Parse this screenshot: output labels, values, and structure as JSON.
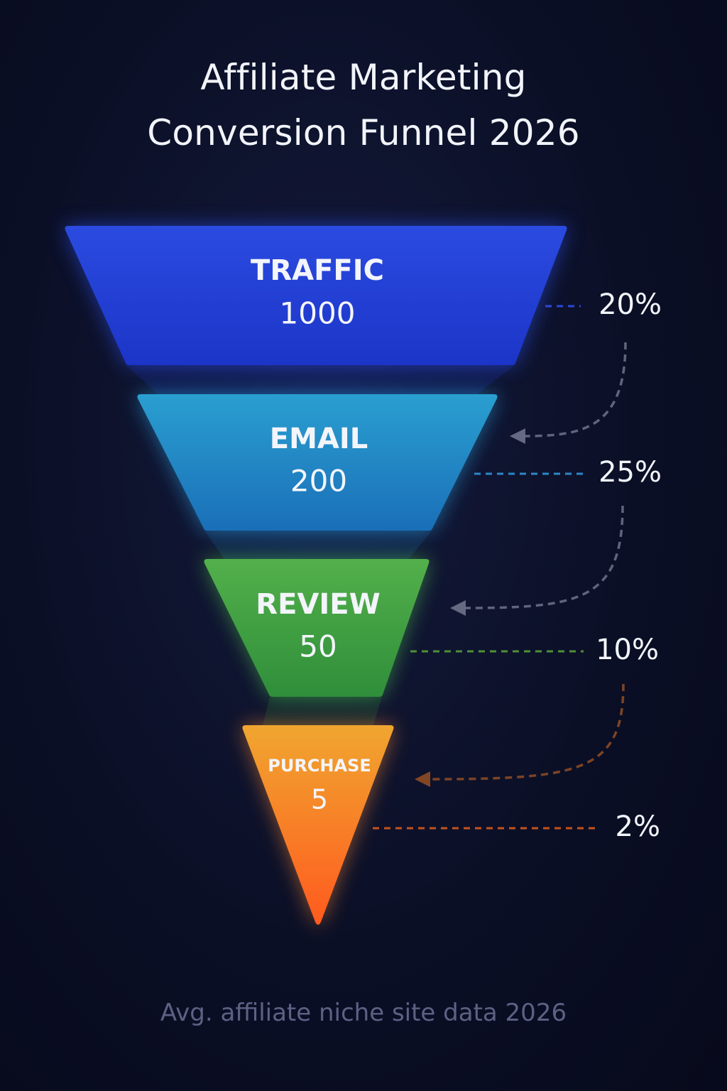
{
  "title": {
    "line1": "Affiliate Marketing",
    "line2": "Conversion Funnel 2026"
  },
  "footnote": "Avg. affiliate niche site data 2026",
  "chart_data": {
    "type": "funnel",
    "stages": [
      {
        "name": "TRAFFIC",
        "value": 1000,
        "label": "1000",
        "color_top": "#2b4be0",
        "color_bottom": "#1c35c8",
        "glow": "#2f55ff"
      },
      {
        "name": "EMAIL",
        "value": 200,
        "label": "200",
        "color_top": "#2a9fd0",
        "color_bottom": "#1a6fb8",
        "glow": "#2aa8e8"
      },
      {
        "name": "REVIEW",
        "value": 50,
        "label": "50",
        "color_top": "#53b04b",
        "color_bottom": "#2f8e3a",
        "glow": "#4fc24a"
      },
      {
        "name": "PURCHASE",
        "value": 5,
        "label": "5",
        "color_top": "#f0a630",
        "color_bottom": "#ff5a1e",
        "glow": "#ff8a2a"
      }
    ],
    "rates": [
      {
        "label": "20%",
        "value": 20,
        "color": "#2d46d6"
      },
      {
        "label": "25%",
        "value": 25,
        "color": "#2e86c8"
      },
      {
        "label": "10%",
        "value": 10,
        "color": "#4f8f37"
      },
      {
        "label": "2%",
        "value": 2,
        "color": "#c4521c"
      }
    ],
    "arrow_colors": [
      "#6a6e86",
      "#6a6e86",
      "#8a4a25"
    ]
  }
}
